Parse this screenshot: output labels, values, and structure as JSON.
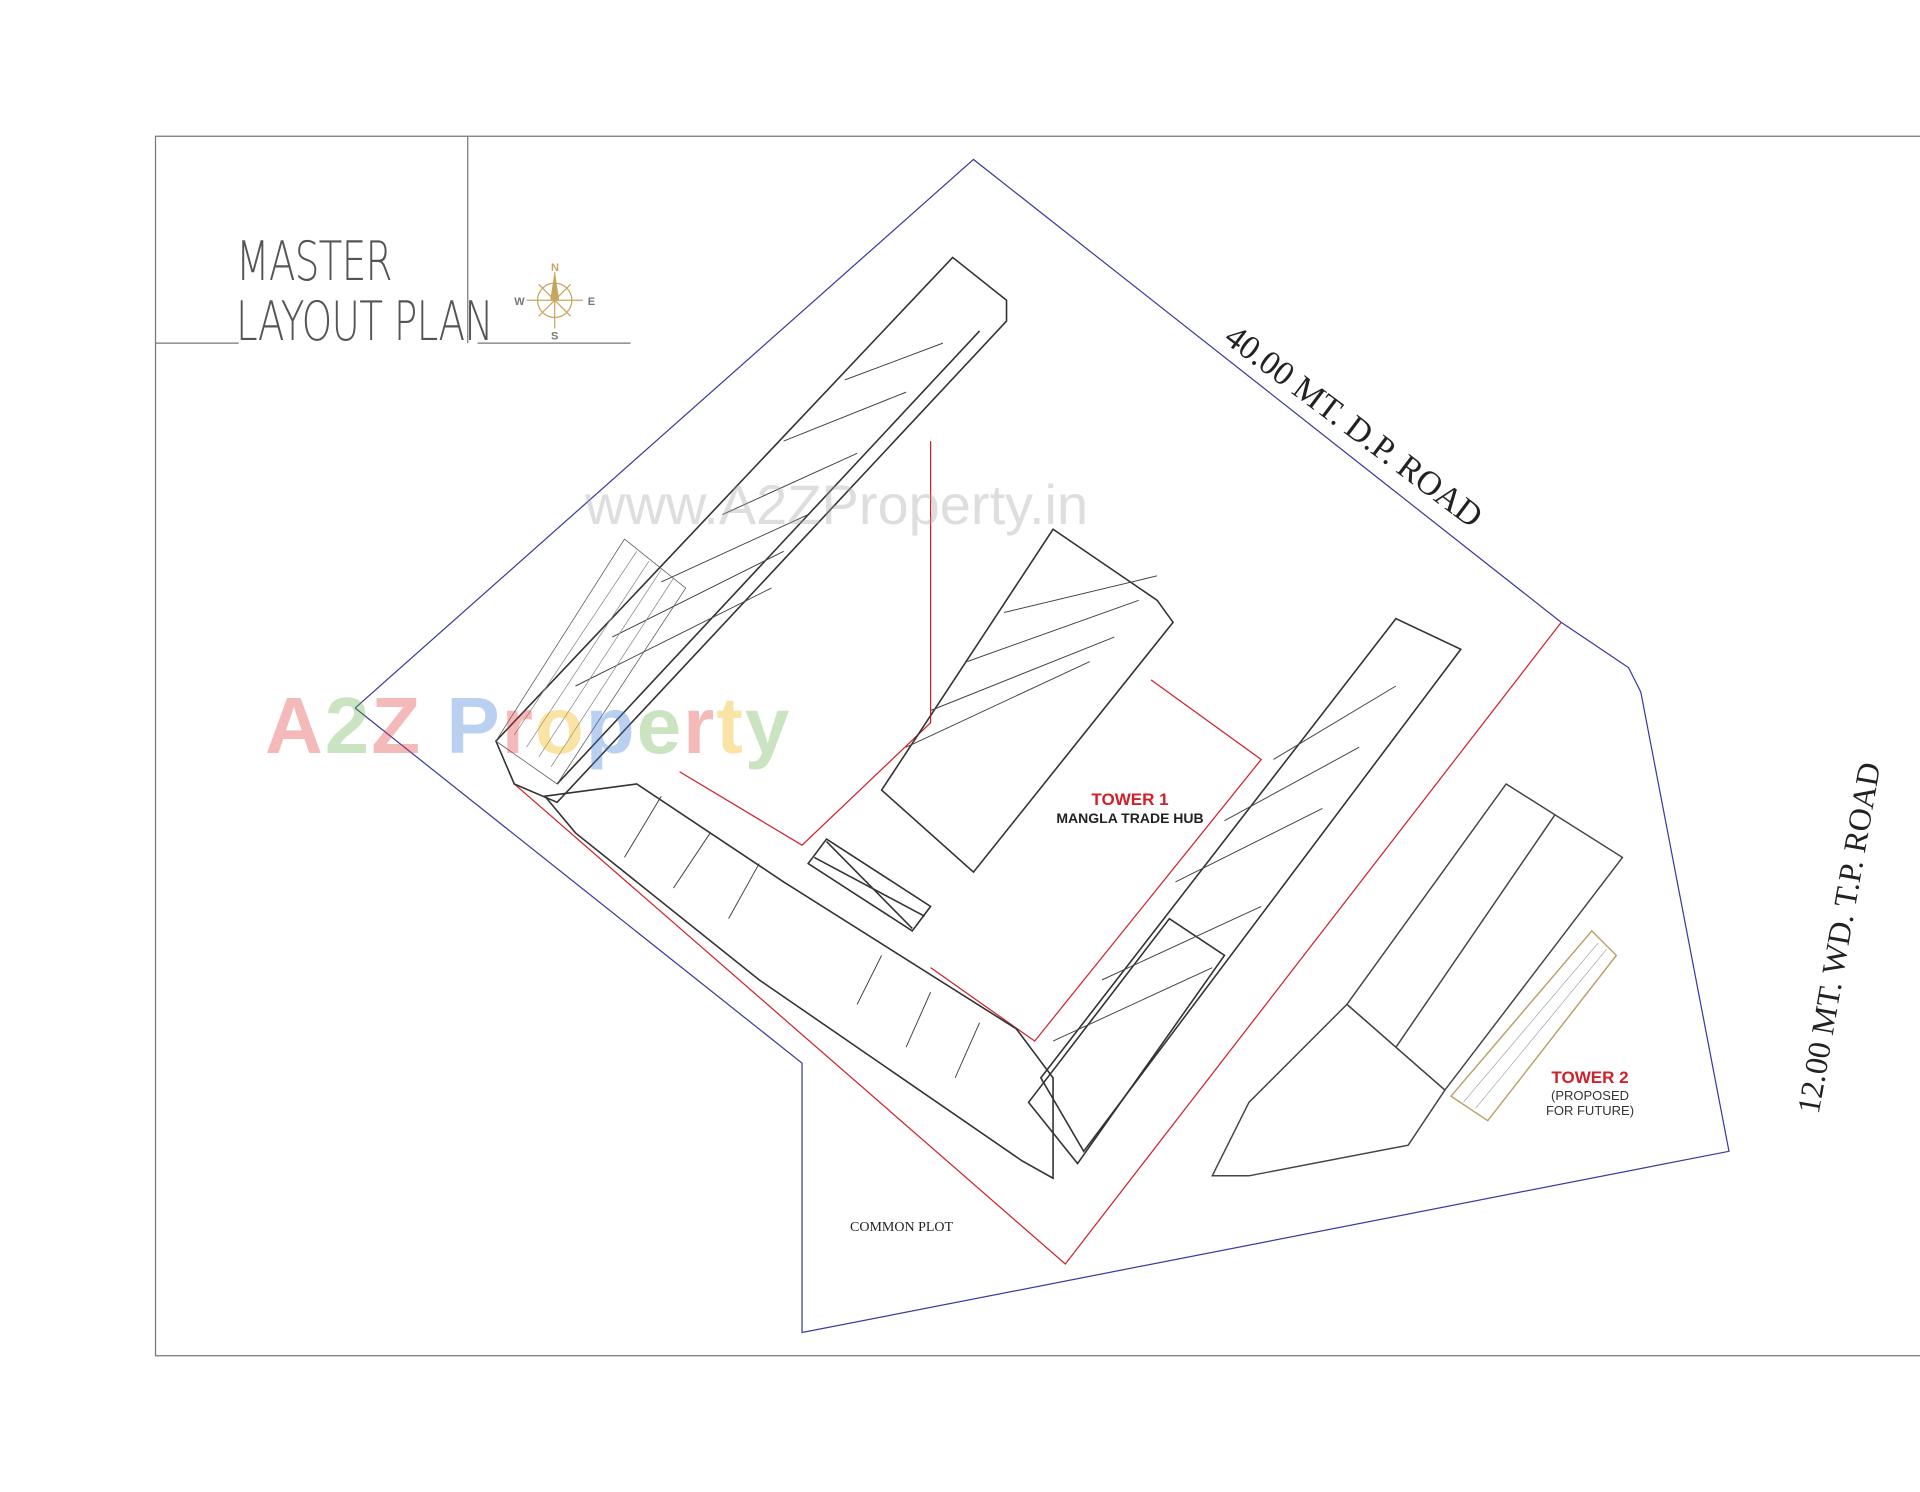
{
  "title": {
    "line1": "MASTER",
    "line2": "LAYOUT PLAN"
  },
  "compass": {
    "north": "N",
    "south": "S",
    "east": "E",
    "west": "W",
    "color": "#c9a45c"
  },
  "roads": {
    "main": "40.00 MT. D.P. ROAD",
    "side": "12.00 MT. WD. T.P. ROAD"
  },
  "tower1": {
    "name": "TOWER 1",
    "subtitle": "MANGLA TRADE HUB"
  },
  "tower2": {
    "name": "TOWER 2",
    "note_line1": "(PROPOSED",
    "note_line2": "FOR FUTURE)"
  },
  "common_plot": "COMMON PLOT",
  "watermark": {
    "url": "www.A2ZProperty.in",
    "logo": [
      "A",
      "2",
      "Z",
      " ",
      "P",
      "r",
      "o",
      "p",
      "e",
      "r",
      "t",
      "y"
    ]
  },
  "colors": {
    "boundary": "#3a3aa0",
    "setback": "#d0202a",
    "walls": "#333333",
    "label_red": "#d0202a"
  }
}
